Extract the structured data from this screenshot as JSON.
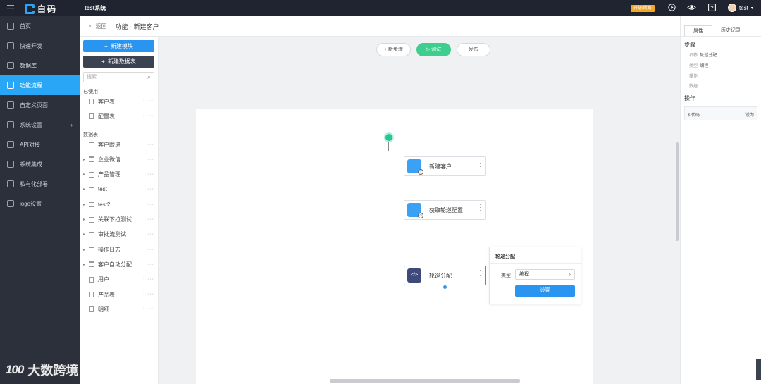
{
  "topbar": {
    "brand": "白码",
    "system_name": "test系统",
    "upgrade_label": "升级/续费",
    "user_name": "test"
  },
  "sidebar": {
    "items": [
      {
        "label": "首页",
        "icon": "home-icon"
      },
      {
        "label": "快速开发",
        "icon": "cube-icon"
      },
      {
        "label": "数据库",
        "icon": "database-icon"
      },
      {
        "label": "功能流程",
        "icon": "flow-icon",
        "active": true
      },
      {
        "label": "自定义页面",
        "icon": "page-icon"
      },
      {
        "label": "系统设置",
        "icon": "settings-icon",
        "has_arrow": true
      },
      {
        "label": "API对接",
        "icon": "api-icon"
      },
      {
        "label": "系统集成",
        "icon": "integration-icon"
      },
      {
        "label": "私有化部署",
        "icon": "deploy-icon"
      },
      {
        "label": "logo设置",
        "icon": "logo-settings-icon"
      }
    ]
  },
  "subheader": {
    "back_label": "返回",
    "breadcrumb": "功能 - 新建客户"
  },
  "left_panel": {
    "new_module_label": "新建模块",
    "new_table_label": "新建数据表",
    "search_placeholder": "搜索...",
    "used_title": "已使用",
    "used_items": [
      "客户表",
      "配置表"
    ],
    "tables_title": "数据表",
    "table_items": [
      {
        "label": "客户跟进",
        "type": "folder",
        "expandable": false
      },
      {
        "label": "企业微信",
        "type": "folder",
        "expandable": true
      },
      {
        "label": "产品管理",
        "type": "folder",
        "expandable": true
      },
      {
        "label": "test",
        "type": "folder",
        "expandable": true
      },
      {
        "label": "test2",
        "type": "folder",
        "expandable": true
      },
      {
        "label": "关联下拉测试",
        "type": "folder",
        "expandable": true
      },
      {
        "label": "审批流测试",
        "type": "folder",
        "expandable": true
      },
      {
        "label": "操作日志",
        "type": "folder",
        "expandable": true
      },
      {
        "label": "客户自动分配",
        "type": "folder",
        "expandable": true
      },
      {
        "label": "用户",
        "type": "file",
        "expandable": false
      },
      {
        "label": "产品表",
        "type": "file",
        "expandable": false
      },
      {
        "label": "明细",
        "type": "file",
        "expandable": false
      }
    ]
  },
  "toolbar": {
    "new_step_label": "新步骤",
    "test_label": "测试",
    "publish_label": "发布"
  },
  "flow": {
    "nodes": [
      {
        "label": "新建客户",
        "icon": "cube-add-icon"
      },
      {
        "label": "获取轮巡配置",
        "icon": "cube-search-icon"
      },
      {
        "label": "轮巡分配",
        "icon": "code-icon",
        "selected": true
      }
    ]
  },
  "popup": {
    "title": "轮巡分配",
    "type_label": "类型",
    "type_value": "编程",
    "setup_label": "设置"
  },
  "right_panel": {
    "tab_props": "属性",
    "tab_history": "历史记录",
    "step_title": "步骤",
    "name_label": "名称:",
    "name_value": "轮巡分配",
    "type_label": "类型:",
    "type_value": "编程",
    "op_label": "操作:",
    "data_label": "数据:",
    "ops_title": "操作",
    "code_label": "$ 代码",
    "setas_label": "设为"
  },
  "watermark": {
    "logo": "100",
    "text": "大数跨境"
  }
}
